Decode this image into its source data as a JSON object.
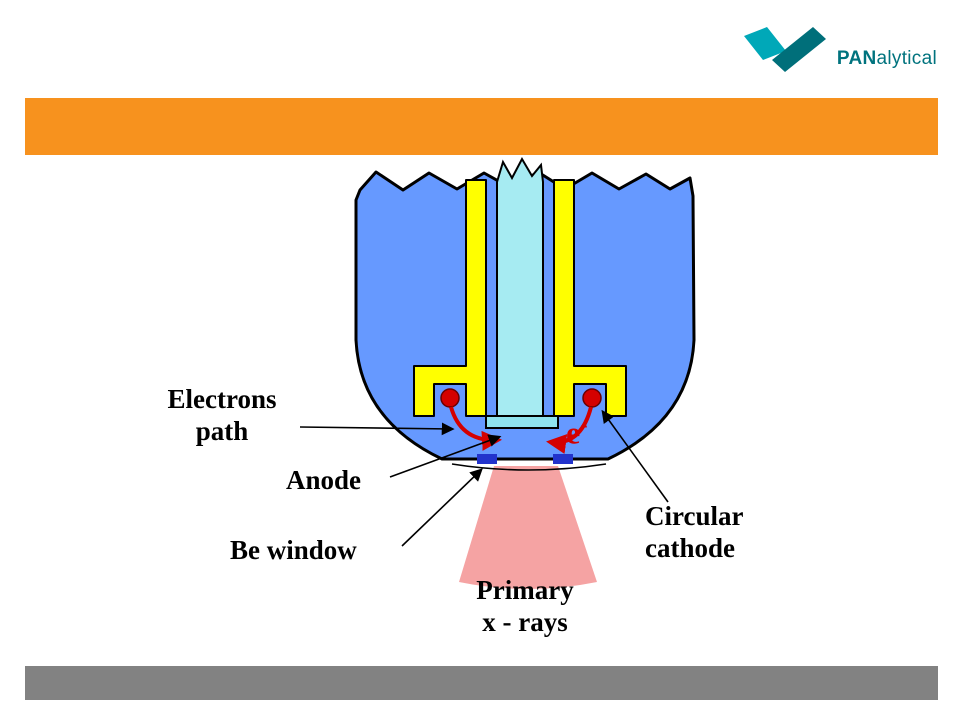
{
  "logo": {
    "bold": "PAN",
    "rest": "alytical"
  },
  "diagram_labels": {
    "electrons_path": {
      "line1": "Electrons",
      "line2": "path"
    },
    "anode": "Anode",
    "be_window": "Be window",
    "primary_xrays": {
      "line1": "Primary",
      "line2": "x - rays"
    },
    "circular_cathode": {
      "line1": "Circular",
      "line2": "cathode"
    },
    "electron": {
      "symbol": "e",
      "charge": "-"
    }
  },
  "colors": {
    "header_bar_orange": "#F7921E",
    "footer_bar_gray": "#828282",
    "tube_body_blue": "#6699FF",
    "anode_cyan": "#A6EBF2",
    "anode_cap_cyan": "#8FE3EE",
    "cathode_yellow": "#FFFF00",
    "filament_red": "#D40000",
    "beam_pink": "#F5A3A3",
    "window_blue": "#2233CC",
    "logo_teal": "#00737E",
    "logo_teal_light": "#00A8B8"
  }
}
